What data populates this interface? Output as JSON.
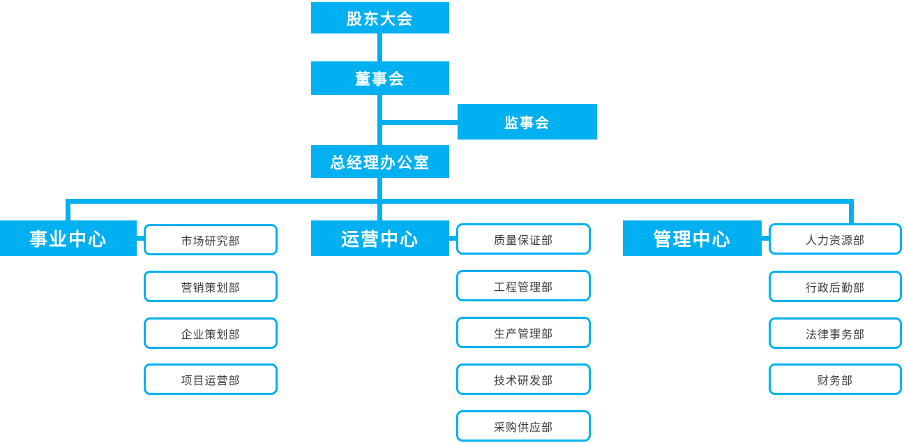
{
  "page": {
    "background_color": "#ffffff"
  },
  "org_chart": {
    "accent_color": "#00b0f0",
    "node_text_color": "#ffffff",
    "department_text_color": "#3a3a3a",
    "nodes": {
      "shareholders_meeting": "股东大会",
      "board_of_directors": "董事会",
      "supervisory_board": "监事会",
      "general_manager_office": "总经理办公室"
    },
    "branches": [
      {
        "center": "事业中心",
        "departments": [
          "市场研究部",
          "营销策划部",
          "企业策划部",
          "项目运营部"
        ]
      },
      {
        "center": "运营中心",
        "departments": [
          "质量保证部",
          "工程管理部",
          "生产管理部",
          "技术研发部",
          "采购供应部"
        ]
      },
      {
        "center": "管理中心",
        "departments": [
          "人力资源部",
          "行政后勤部",
          "法律事务部",
          "财务部"
        ]
      }
    ]
  }
}
